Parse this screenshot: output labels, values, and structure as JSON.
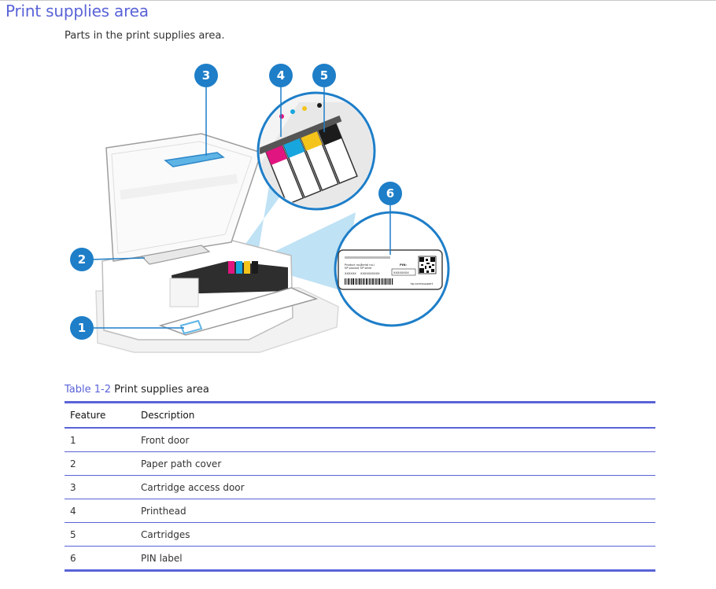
{
  "page": {
    "heading": "Print supplies area",
    "intro": "Parts in the print supplies area."
  },
  "figure": {
    "callouts": [
      "1",
      "2",
      "3",
      "4",
      "5",
      "6"
    ],
    "label": {
      "product_no": "Product no./\nNº produit",
      "serial_no": "Serial no./\nNº série",
      "product_value": "XXXXXX",
      "serial_value": "XXXXXXXXXX",
      "pin_title": "PIN:",
      "pin_value": "XXXXXXXX",
      "support_url": "hp.com/support"
    },
    "colors": {
      "callout": "#1e7ec8",
      "highlight": "#a9d8f2",
      "magenta": "#e0157f",
      "cyan": "#18a6de",
      "yellow": "#f4c41b",
      "black": "#1c1c1c"
    }
  },
  "table": {
    "caption_number": "Table 1-2",
    "caption_title": "Print supplies area",
    "headers": {
      "feature": "Feature",
      "description": "Description"
    },
    "rows": [
      {
        "feature": "1",
        "description": "Front door"
      },
      {
        "feature": "2",
        "description": "Paper path cover"
      },
      {
        "feature": "3",
        "description": "Cartridge access door"
      },
      {
        "feature": "4",
        "description": "Printhead"
      },
      {
        "feature": "5",
        "description": "Cartridges"
      },
      {
        "feature": "6",
        "description": "PIN label"
      }
    ]
  }
}
